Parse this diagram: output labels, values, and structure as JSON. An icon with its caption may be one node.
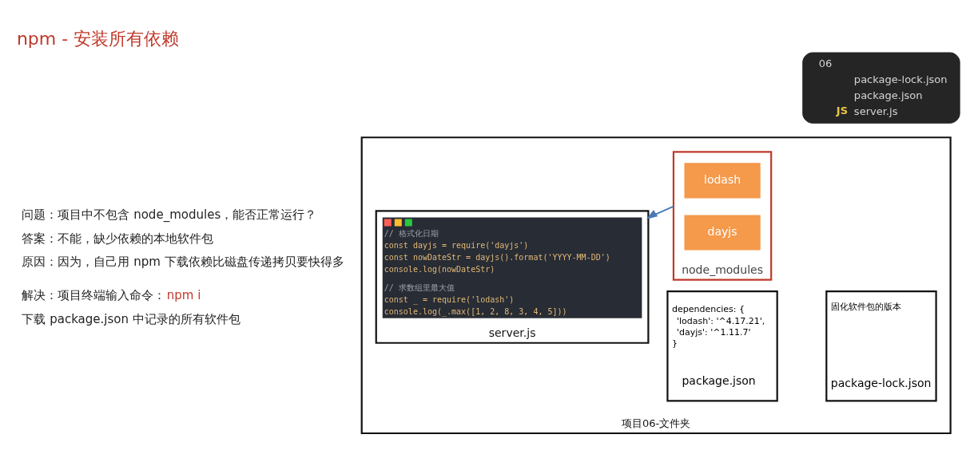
{
  "diagram": {
    "title": "npm - 安装所有依赖",
    "nodes": [
      {
        "text": [
          "06",
          "package-lock.json",
          "package.json",
          "JS",
          "server.js"
        ]
      },
      {
        "text": [
          "项目06-文件夹"
        ]
      },
      {
        "text": [
          "server.js"
        ],
        "in": 1
      },
      {
        "text": [
          "// 格式化日期",
          "const dayjs = require('dayjs')",
          "const nowDateStr = dayjs().format('YYYY-MM-DD')",
          "console.log(nowDateStr)",
          "// 求数组里最大值",
          "const _ = require('lodash')",
          "console.log(_.max([1, 2, 8, 3, 4, 5]))"
        ],
        "in": 2
      },
      {
        "text": [
          "node_modules"
        ],
        "in": 1
      },
      {
        "text": [
          "lodash"
        ],
        "in": 4
      },
      {
        "text": [
          "dayjs"
        ],
        "in": 4
      },
      {
        "text": [
          "dependencies: {",
          "'lodash': '^4.17.21',",
          "'dayjs': '^1.11.7'",
          "}",
          "package.json"
        ],
        "in": 1
      },
      {
        "text": [
          "固化软件包的版本",
          "package-lock.json"
        ],
        "in": 1
      }
    ],
    "edges": [
      {
        "from": 4,
        "to": 2,
        "arrow": "to",
        "color": "#4a7ab5"
      }
    ],
    "labels": [
      "问题：项目中不包含 node_modules，能否正常运行？",
      "答案：不能，缺少依赖的本地软件包",
      "原因：因为，自己用 npm 下载依赖比磁盘传递拷贝要快得多",
      "解决：项目终端输入命令：",
      "npm i",
      "下载 package.json 中记录的所有软件包"
    ]
  }
}
